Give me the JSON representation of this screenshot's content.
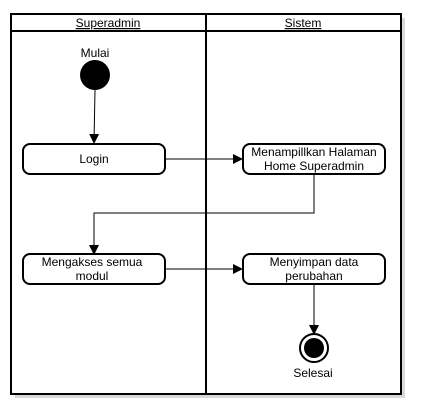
{
  "lanes": [
    {
      "name": "Superadmin"
    },
    {
      "name": "Sistem"
    }
  ],
  "start": {
    "label": "Mulai"
  },
  "end": {
    "label": "Selesai"
  },
  "activities": {
    "login": {
      "lines": [
        "Login"
      ]
    },
    "home": {
      "lines": [
        "Menampillkan Halaman",
        "Home Superadmin"
      ]
    },
    "akses": {
      "lines": [
        "Mengakses semua",
        "modul"
      ]
    },
    "simpan": {
      "lines": [
        "Menyimpan data",
        "perubahan"
      ]
    }
  },
  "colors": {
    "stroke": "#000000",
    "shadow": "#cfcfcf",
    "background": "#ffffff"
  }
}
